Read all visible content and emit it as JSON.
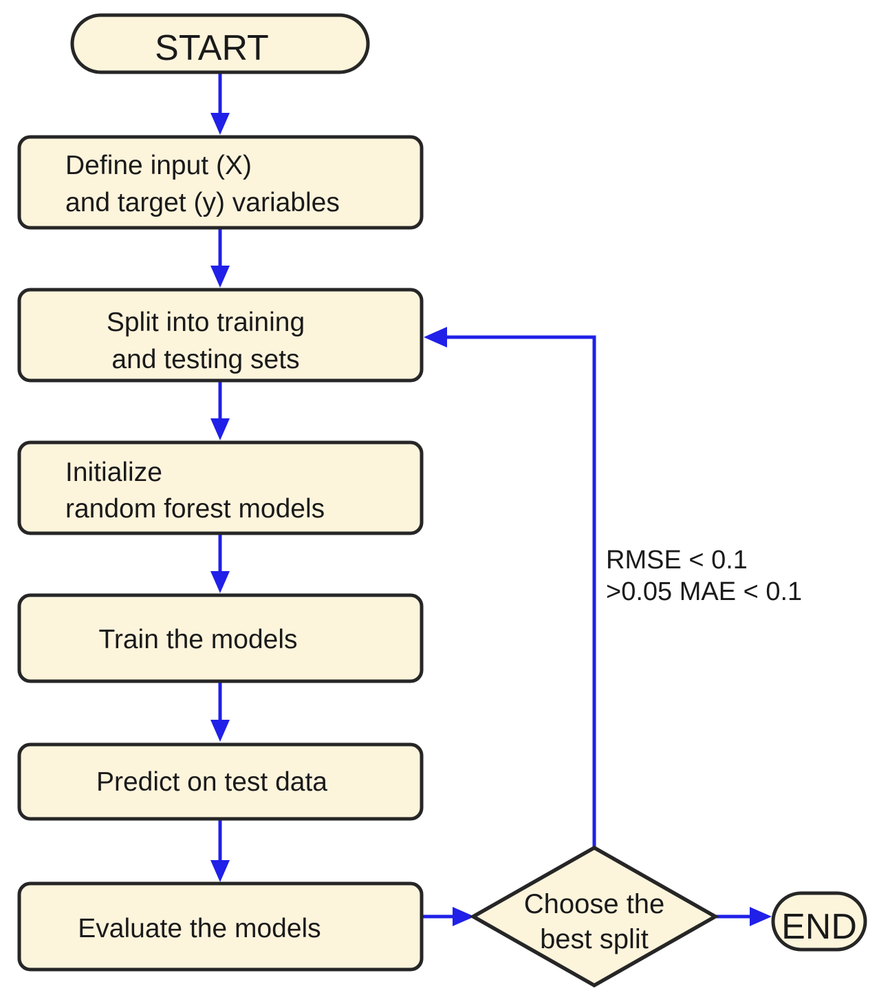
{
  "diagram": {
    "title": "Random forest modelling workflow flowchart",
    "background_color": "#ffffff",
    "node_fill_color": "#fdf4dc",
    "node_border_color": "#262626",
    "edge_color": "#2020e8",
    "text_color": "#1a1a1a"
  },
  "nodes": {
    "start": {
      "label": "START",
      "shape": "terminator"
    },
    "define_variables": {
      "line1": "Define input (X)",
      "line2": "and target (y) variables",
      "shape": "process"
    },
    "split_sets": {
      "line1": "Split into training",
      "line2": "and testing sets",
      "shape": "process"
    },
    "initialize_models": {
      "line1": "Initialize",
      "line2": "random forest models",
      "shape": "process"
    },
    "train_models": {
      "line1": "Train the models",
      "shape": "process"
    },
    "predict_test": {
      "line1": "Predict on test data",
      "shape": "process"
    },
    "evaluate_models": {
      "line1": "Evaluate the models",
      "shape": "process"
    },
    "choose_split": {
      "line1": "Choose the",
      "line2": "best split",
      "shape": "decision"
    },
    "end": {
      "label": "END",
      "shape": "terminator"
    }
  },
  "edges": {
    "feedback_label": {
      "line1": "RMSE < 0.1",
      "line2": ">0.05 MAE < 0.1"
    }
  }
}
